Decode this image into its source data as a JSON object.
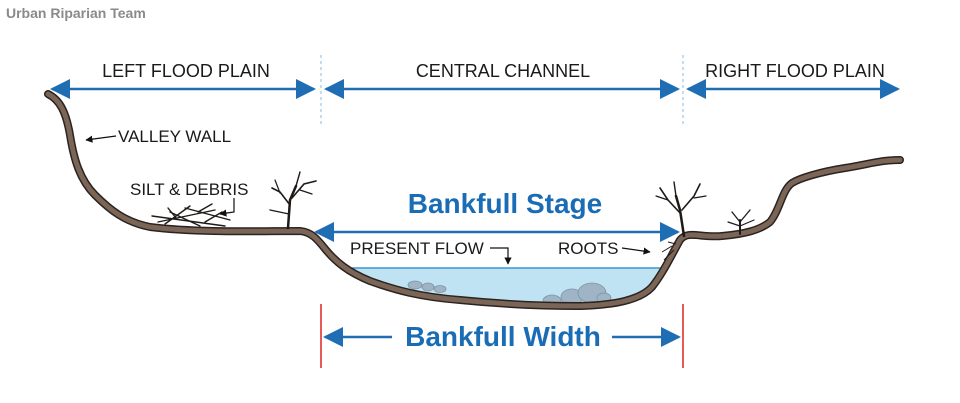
{
  "credit": "Urban Riparian Team",
  "zones": {
    "left": "LEFT FLOOD PLAIN",
    "center": "CENTRAL CHANNEL",
    "right": "RIGHT FLOOD PLAIN"
  },
  "labels": {
    "valley_wall": "VALLEY WALL",
    "silt_debris": "SILT & DEBRIS",
    "present_flow": "PRESENT FLOW",
    "roots": "ROOTS",
    "bankfull_stage": "Bankfull Stage",
    "bankfull_width": "Bankfull Width"
  },
  "colors": {
    "arrow_blue": "#1f6eb3",
    "title_blue": "#1a6db5",
    "ground_fill": "#7a6557",
    "ground_stroke": "#2a2320",
    "water": "#bfe3f3",
    "water_line": "#3a97cf",
    "rocks": "#9fb4c4",
    "red_marker": "#e03030",
    "divider": "#9ec6e6"
  }
}
